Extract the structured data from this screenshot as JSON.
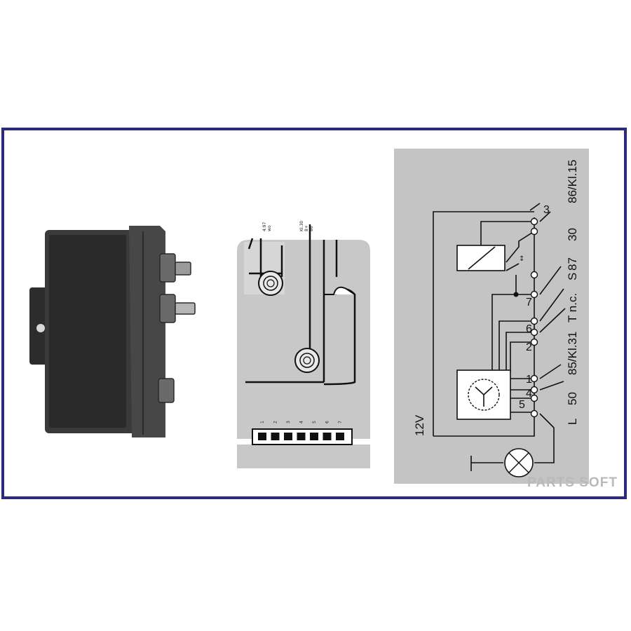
{
  "mounting_diagram": {
    "connector_labels": [
      "4.97\nwo",
      "KI.30\n8+\n86"
    ],
    "pin_numbers": [
      "1",
      "2",
      "3",
      "4",
      "5",
      "6",
      "7"
    ]
  },
  "wiring_diagram": {
    "pins": [
      "3",
      "7",
      "6",
      "2",
      "1",
      "4",
      "5"
    ],
    "terminal_labels": [
      "86/Kl.15",
      "30",
      "87",
      "S",
      "T n.c.",
      "85/Kl.31",
      "50",
      "L"
    ],
    "supply_label": "12V"
  },
  "watermark": "PARTS SOFT",
  "colors": {
    "frame": "#2b2b7a",
    "panel_gray": "#c4c4c4",
    "relay_body": "#3a3a3a"
  }
}
